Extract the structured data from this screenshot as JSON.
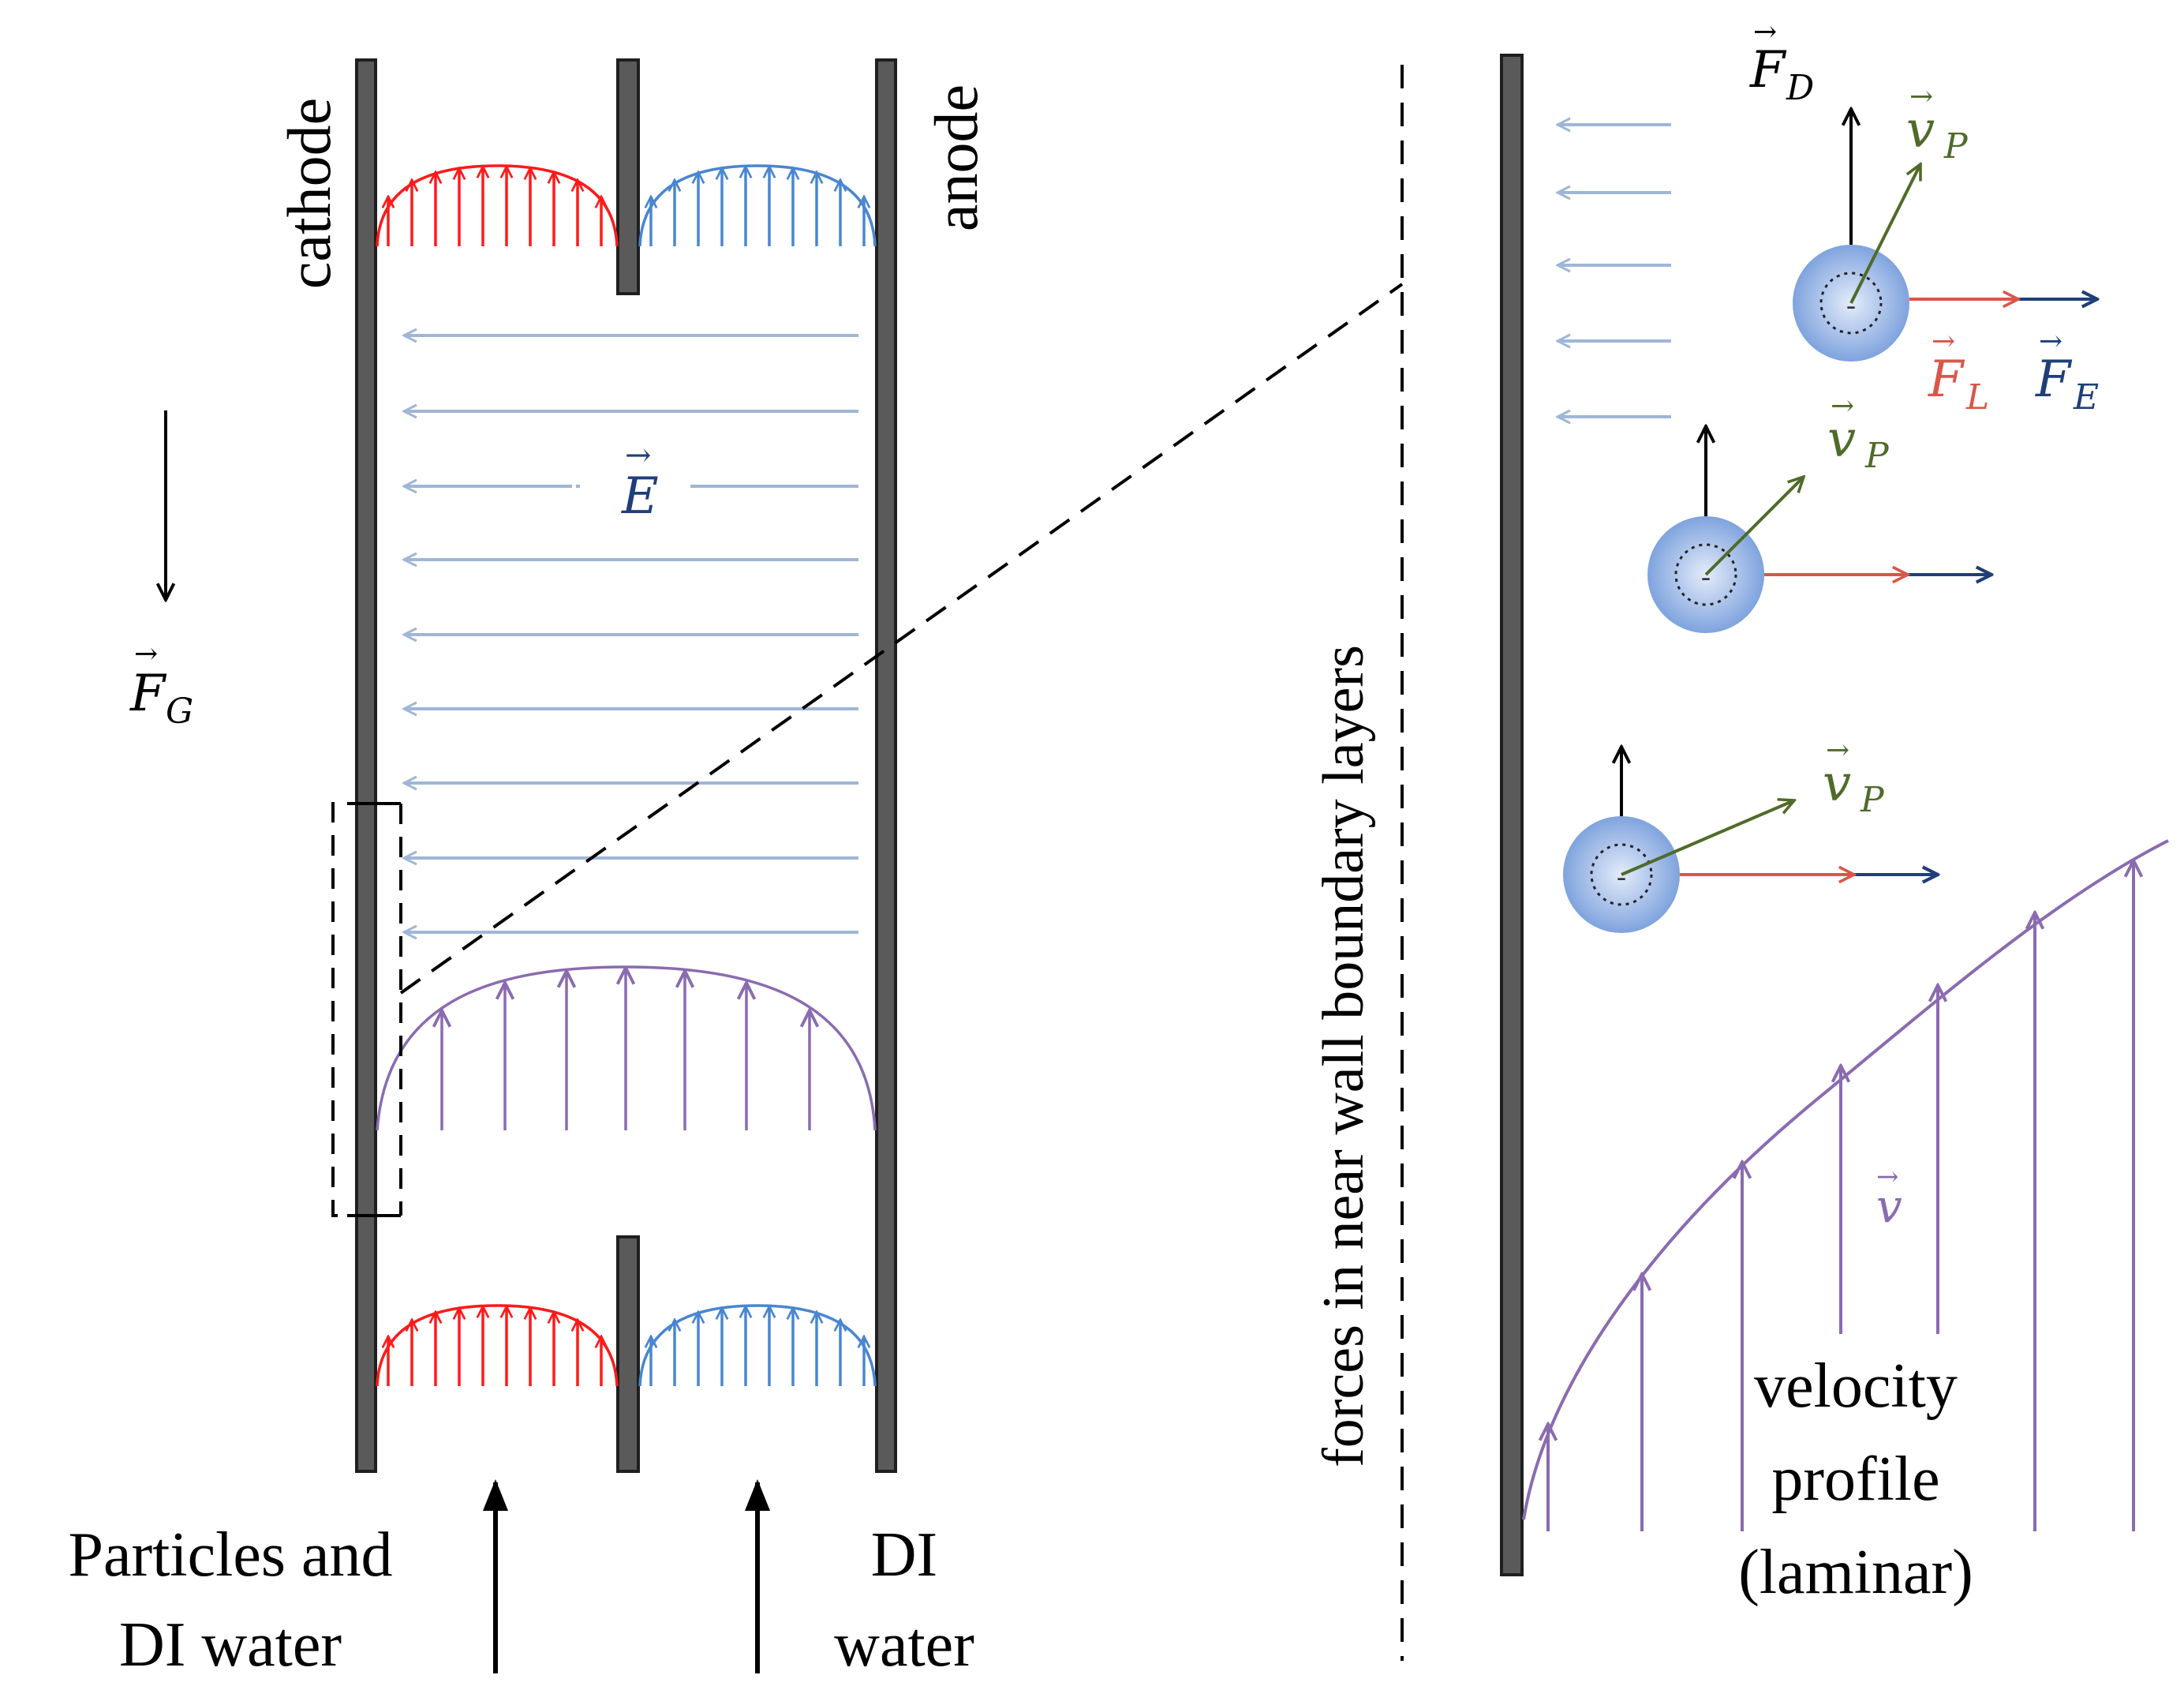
{
  "labels": {
    "cathode": "cathode",
    "anode": "anode",
    "forces_caption": "forces in near wall boundary layers",
    "inlet_left_line1": "Particles and",
    "inlet_left_line2": "DI water",
    "inlet_right_line1": "DI",
    "inlet_right_line2": "water",
    "profile_line1": "velocity",
    "profile_line2": "profile",
    "profile_line3": "(laminar)",
    "particle_charge": "-"
  },
  "symbols": {
    "electric_field": "E",
    "gravity_force": "F",
    "gravity_sub": "G",
    "drag_force": "F",
    "drag_sub": "D",
    "particle_velocity": "v",
    "particle_velocity_sub": "P",
    "lift_force": "F",
    "lift_sub": "L",
    "electric_force": "F",
    "electric_sub": "E",
    "fluid_velocity": "v",
    "vector_arrow": "→"
  },
  "colors": {
    "plate": "#5a5a5a",
    "cathode_flow": "#ff1a1a",
    "anode_flow": "#4a86d0",
    "field_lines": "#9fb6d6",
    "main_flow": "#8a6bb0",
    "velocity_green": "#4f6b2a",
    "lift_red": "#d9564a",
    "electric_blue": "#1f3f7a",
    "particle_fill": "#7fa3de"
  }
}
